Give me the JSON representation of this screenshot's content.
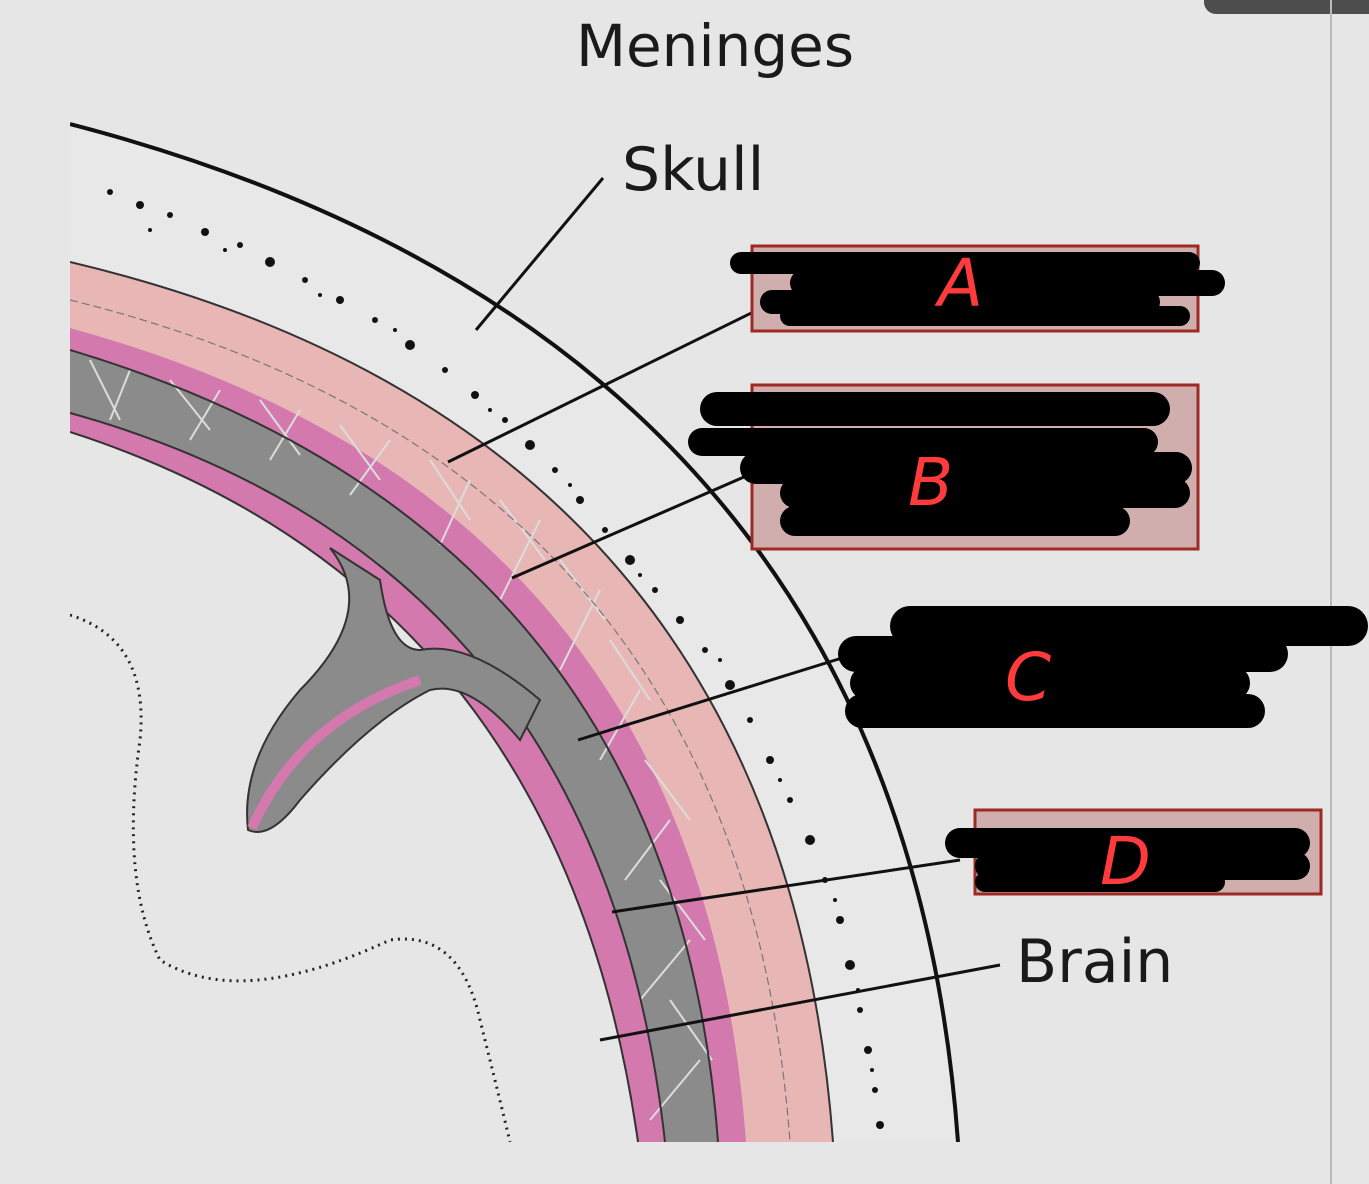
{
  "title": "Meninges",
  "labels": {
    "skull": "Skull",
    "brain": "Brain"
  },
  "answer_boxes": [
    {
      "letter": "A"
    },
    {
      "letter": "B"
    },
    {
      "letter": "C"
    },
    {
      "letter": "D"
    }
  ],
  "colors": {
    "background": "#e6e6e6",
    "dura_pink": "#e8b7b5",
    "arachnoid_magenta": "#d479ae",
    "subarachnoid_gray": "#8b8b8b",
    "box_fill": "#d1aeae",
    "box_border": "#9e2a24",
    "letter_red": "#ff3b3b",
    "redaction": "#000000"
  }
}
